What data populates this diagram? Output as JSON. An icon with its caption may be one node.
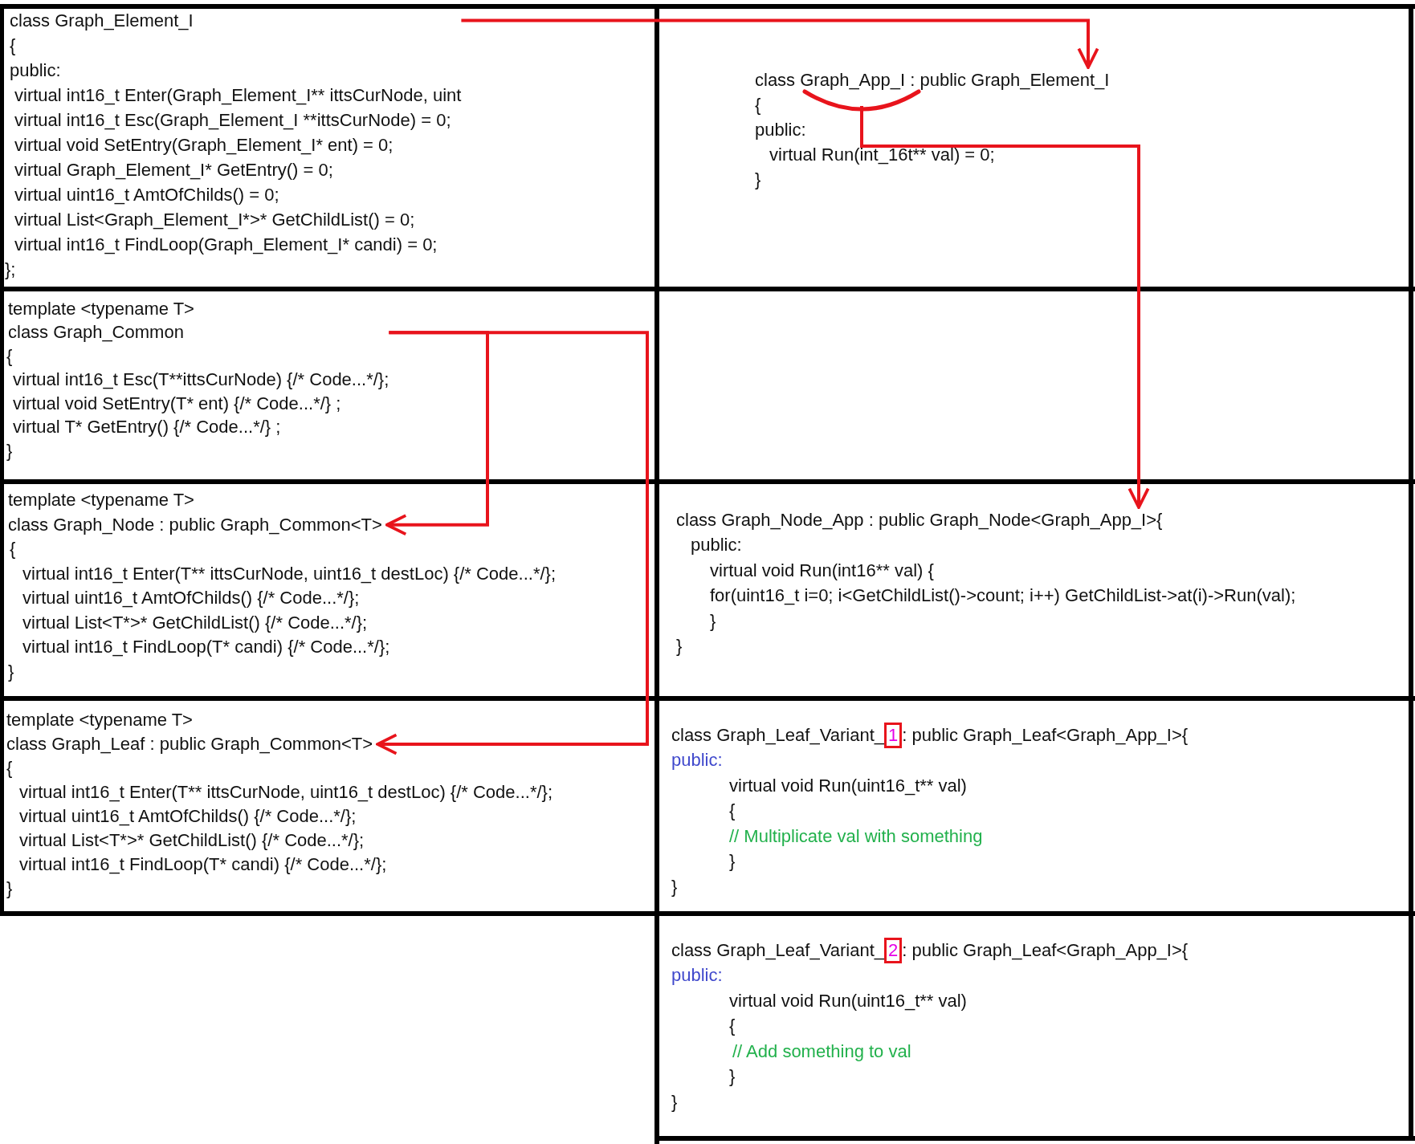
{
  "diagram": {
    "nodes": [
      {
        "text": [
          "class Graph_Element_I",
          "{",
          "public:",
          "virtual int16_t Enter(Graph_Element_I** ittsCurNode, uint",
          "virtual int16_t Esc(Graph_Element_I **ittsCurNode) = 0;",
          "virtual void SetEntry(Graph_Element_I* ent) = 0;",
          "virtual Graph_Element_I* GetEntry() = 0;",
          "virtual uint16_t AmtOfChilds() = 0;",
          "virtual List<Graph_Element_I*>* GetChildList() = 0;",
          "virtual int16_t FindLoop(Graph_Element_I* candi) = 0;",
          "};"
        ]
      },
      {
        "text": [
          "class Graph_App_I : public Graph_Element_I",
          "{",
          "public:",
          "virtual Run(int_16t** val) = 0;",
          "}"
        ]
      },
      {
        "text": [],
        "shape": "arc",
        "in": 1
      },
      {
        "text": [
          "template <typename T>",
          "class Graph_Common",
          "{",
          "virtual int16_t Esc(T**ittsCurNode) {/* Code...*/};",
          "virtual void SetEntry(T* ent) {/* Code...*/} ;",
          "virtual T* GetEntry() {/* Code...*/} ;",
          "}"
        ]
      },
      {
        "text": [
          "template <typename T>",
          "class Graph_Node : public Graph_Common<T>",
          "{",
          "virtual int16_t Enter(T** ittsCurNode, uint16_t destLoc) {/* Code...*/};",
          "virtual uint16_t AmtOfChilds() {/* Code...*/};",
          "virtual List<T*>* GetChildList() {/* Code...*/};",
          "virtual int16_t FindLoop(T* candi) {/* Code...*/};",
          "}"
        ]
      },
      {
        "text": [
          "class Graph_Node_App : public Graph_Node<Graph_App_I>{",
          "public:",
          "virtual void Run(int16** val) {",
          "for(uint16_t i=0; i<GetChildList()->count; i++) GetChildList->at(i)->Run(val);",
          "}",
          "}"
        ]
      },
      {
        "text": [
          "template <typename T>",
          "class Graph_Leaf : public Graph_Common<T>",
          "{",
          "virtual int16_t Enter(T** ittsCurNode, uint16_t destLoc) {/* Code...*/};",
          "virtual uint16_t AmtOfChilds() {/* Code...*/};",
          "virtual List<T*>* GetChildList() {/* Code...*/};",
          "virtual int16_t FindLoop(T* candi) {/* Code...*/};",
          "}"
        ]
      },
      {
        "text": [
          "class Graph_Leaf_Variant_",
          ": public Graph_Leaf<Graph_App_I>{",
          "public:",
          "virtual void Run(uint16_t** val)",
          "{",
          "// Multiplicate val with something",
          "}",
          "}"
        ]
      },
      {
        "text": [
          "1"
        ],
        "in": 7
      },
      {
        "text": [
          "class Graph_Leaf_Variant_",
          ": public Graph_Leaf<Graph_App_I>{",
          "public:",
          "virtual void Run(uint16_t** val)",
          "{",
          "// Add something to val",
          "}",
          "}"
        ]
      },
      {
        "text": [
          "2"
        ],
        "in": 9
      }
    ],
    "edges": [
      {
        "from": 0,
        "to": 1,
        "arrow": "to"
      },
      {
        "from": 2,
        "to": 5,
        "arrow": "to"
      },
      {
        "from": 3,
        "to": 4,
        "arrow": "to"
      },
      {
        "from": 3,
        "to": 6,
        "arrow": "to"
      }
    ]
  }
}
